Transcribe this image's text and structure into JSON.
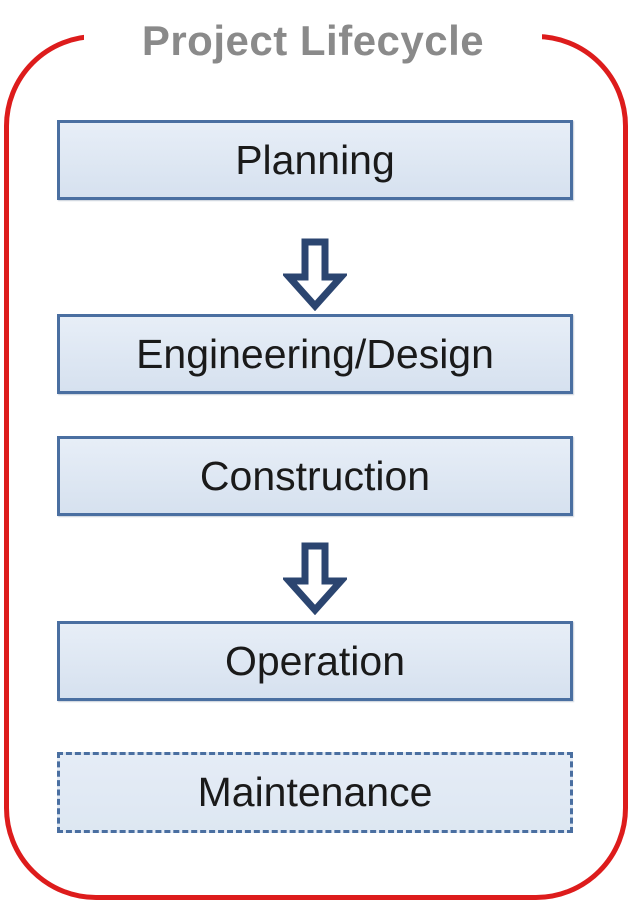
{
  "title": "Project Lifecycle",
  "stages": [
    {
      "label": "Planning",
      "border_style": "solid"
    },
    {
      "label": "Engineering/Design",
      "border_style": "solid"
    },
    {
      "label": "Construction",
      "border_style": "solid"
    },
    {
      "label": "Operation",
      "border_style": "solid"
    },
    {
      "label": "Maintenance",
      "border_style": "dashed"
    }
  ],
  "connectors": [
    {
      "icon": "down-arrow-icon",
      "from": "Planning",
      "to": "Engineering/Design"
    },
    {
      "icon": "down-arrow-icon",
      "from": "Construction",
      "to": "Operation"
    }
  ],
  "colors": {
    "frame_red": "#dd1c1c",
    "box_border_blue": "#4a6fa1",
    "box_fill_blue": "#dce6f2",
    "arrow_navy": "#2b4570",
    "title_gray": "#8a8a8a",
    "label_text": "#1a1a1a",
    "background": "#ffffff"
  }
}
